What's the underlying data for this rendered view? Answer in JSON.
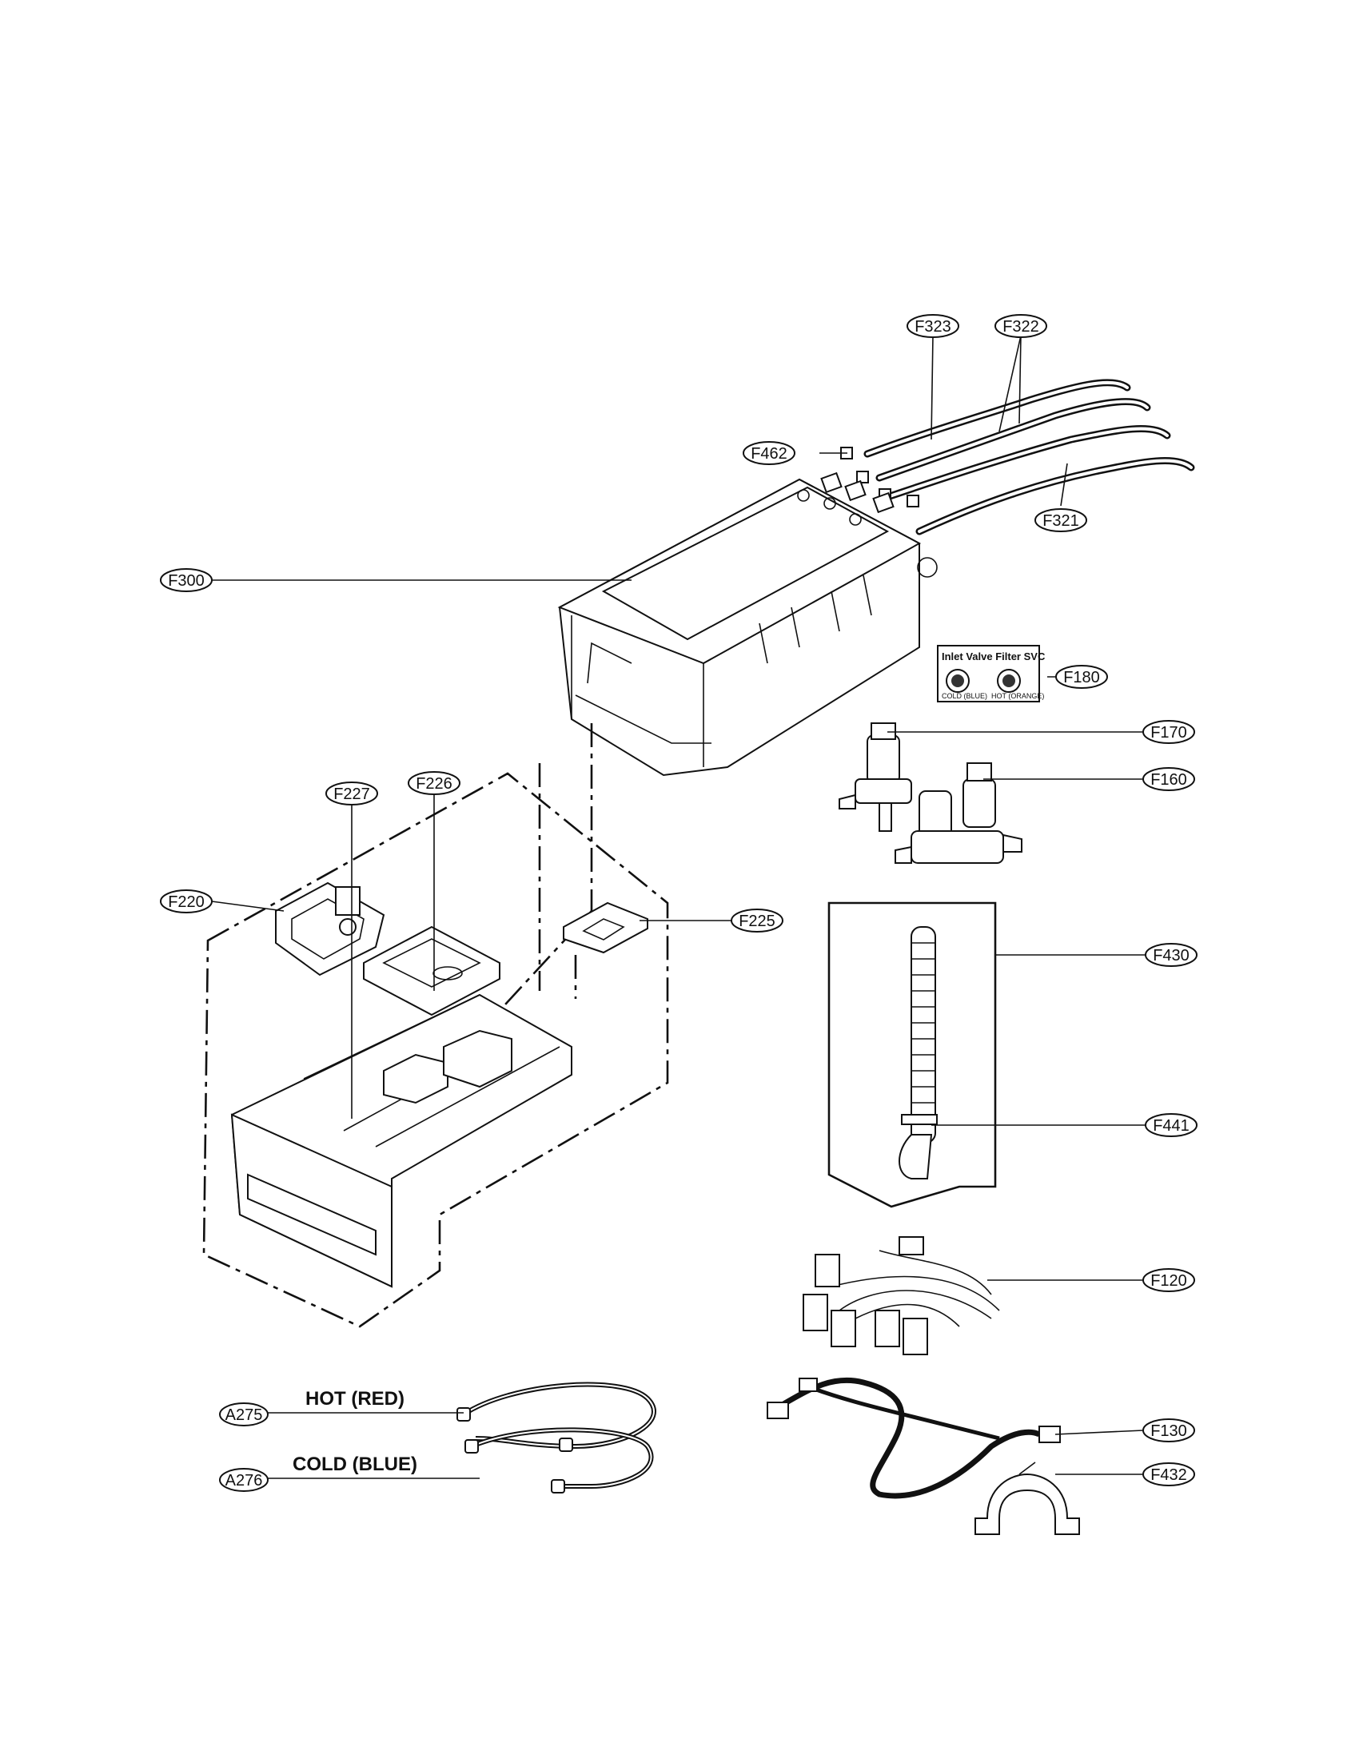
{
  "diagram": {
    "labels": {
      "F323": "F323",
      "F322": "F322",
      "F462": "F462",
      "F321": "F321",
      "F300": "F300",
      "F180": "F180",
      "F170": "F170",
      "F160": "F160",
      "F227": "F227",
      "F226": "F226",
      "F220": "F220",
      "F225": "F225",
      "F430": "F430",
      "F441": "F441",
      "F120": "F120",
      "F130": "F130",
      "F432": "F432",
      "A275": "A275",
      "A276": "A276"
    },
    "hose_labels": {
      "hot": "HOT (RED)",
      "cold": "COLD (BLUE)"
    },
    "filter_card": {
      "title": "Inlet Valve Filter SVC",
      "cold": "COLD (BLUE)",
      "hot": "HOT (ORANGE)"
    }
  }
}
